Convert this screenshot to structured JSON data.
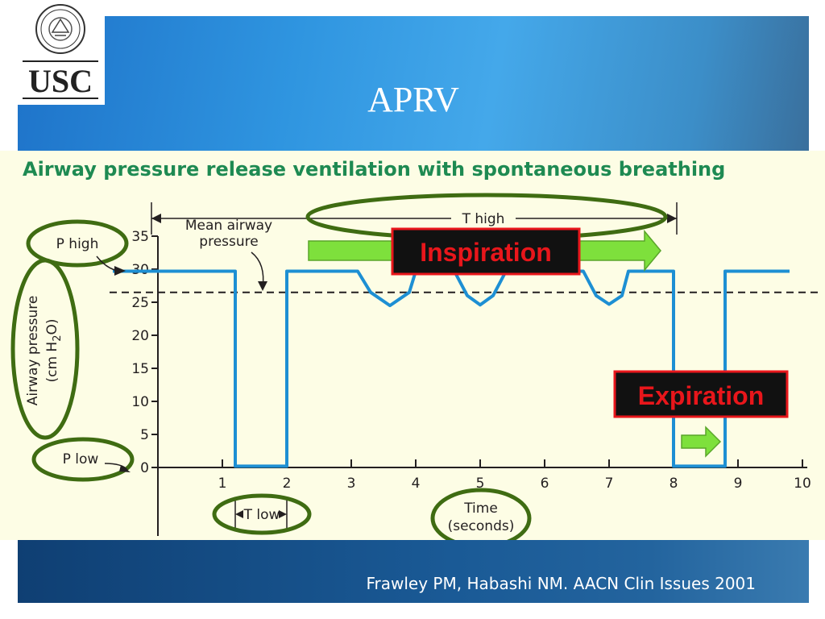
{
  "slide": {
    "title": "APRV",
    "citation": "Frawley PM, Habashi NM. AACN Clin Issues 2001",
    "logo_text": "USC",
    "colors": {
      "waveform": "#1d8fd3",
      "ellipse": "#3f6c12",
      "arrow": "#7ee03c",
      "callout_red": "#e8161b"
    }
  },
  "chart_data": {
    "type": "line",
    "title": "Airway pressure release ventilation with spontaneous breathing",
    "xlabel": "Time (seconds)",
    "ylabel": "Airway pressure (cm H2O)",
    "ylabel_line1": "Airway pressure",
    "ylabel_line2": "(cm H",
    "ylabel_sub": "2",
    "ylabel_close": "O)",
    "xlabel_line1": "Time",
    "xlabel_line2": "(seconds)",
    "xlim": [
      0,
      10
    ],
    "ylim": [
      0,
      35
    ],
    "x_ticks": [
      1,
      2,
      3,
      4,
      5,
      6,
      7,
      8,
      9,
      10
    ],
    "y_ticks": [
      0,
      5,
      10,
      15,
      20,
      25,
      30,
      35
    ],
    "mean_airway_pressure": 26.5,
    "mean_label": "Mean airway pressure",
    "mean_label_line1": "Mean airway",
    "mean_label_line2": "pressure",
    "series": [
      {
        "x": [
          -0.7,
          1.2,
          1.2,
          2.0,
          2.0,
          2.8,
          3.1,
          3.3,
          3.6,
          3.9,
          4.0,
          4.6,
          4.8,
          5.0,
          5.2,
          5.4,
          5.8,
          6.6,
          6.8,
          7.0,
          7.2,
          7.3,
          7.8,
          8.0,
          8.0,
          8.8,
          8.8,
          9.8
        ],
        "y": [
          29.7,
          29.7,
          0.2,
          0.2,
          29.7,
          29.7,
          29.7,
          26.5,
          24.5,
          26.5,
          29.7,
          29.7,
          26.0,
          24.6,
          26.0,
          29.7,
          29.7,
          29.7,
          26.0,
          24.7,
          26.0,
          29.7,
          29.7,
          29.7,
          0.2,
          0.2,
          29.7,
          29.7
        ]
      }
    ],
    "annotations": {
      "p_high": "P high",
      "p_low": "P low",
      "t_high": "T high",
      "t_low": "T low",
      "inspiration": "Inspiration",
      "expiration": "Expiration"
    },
    "t_high_range": [
      -0.1,
      8.0
    ],
    "t_low_range": [
      1.2,
      2.0
    ]
  }
}
